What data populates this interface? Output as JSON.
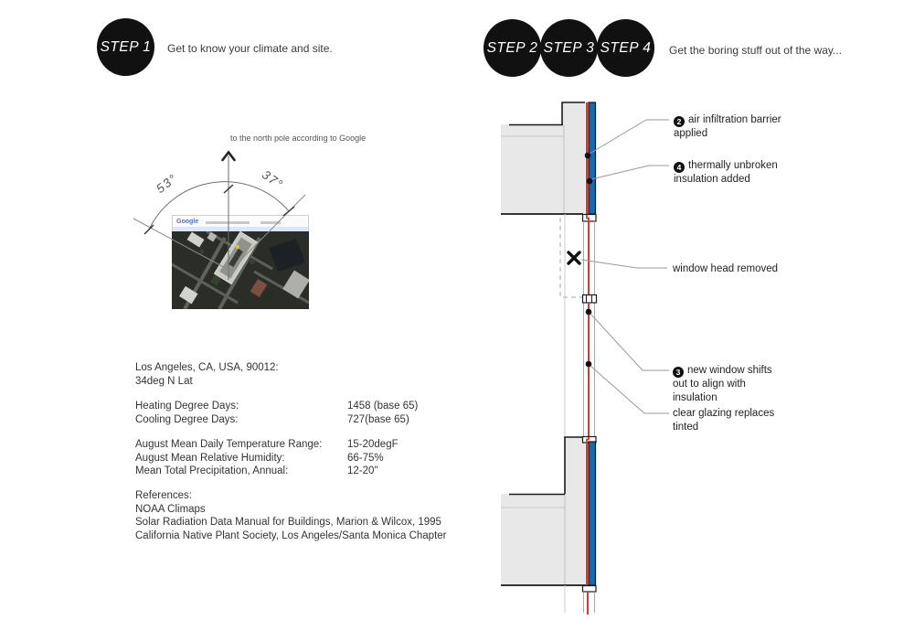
{
  "steps": {
    "step1": {
      "label": "STEP 1",
      "caption": "Get to know your climate and site."
    },
    "step2": {
      "label": "STEP 2"
    },
    "step3": {
      "label": "STEP 3"
    },
    "step4": {
      "label": "STEP 4"
    },
    "caption234": "Get the boring stuff out of the way..."
  },
  "compass": {
    "north_label": "to the north pole according to Google",
    "angle_left": "53°",
    "angle_right": "37°",
    "photo_brand": "Google"
  },
  "climate": {
    "location_line1": "Los Angeles, CA, USA, 90012:",
    "location_line2": "34deg N Lat",
    "rows": [
      {
        "label": "Heating Degree Days:",
        "value": "1458 (base 65)"
      },
      {
        "label": "Cooling Degree Days:",
        "value": "727(base 65)"
      },
      {
        "label": "August Mean Daily Temperature Range:",
        "value": "15-20degF"
      },
      {
        "label": "August Mean Relative Humidity:",
        "value": "66-75%"
      },
      {
        "label": "Mean Total Precipitation, Annual:",
        "value": "12-20\""
      }
    ],
    "references_title": "References:",
    "references": [
      "NOAA Climaps",
      "Solar Radiation Data Manual for Buildings, Marion & Wilcox, 1995",
      "California Native Plant Society, Los Angeles/Santa Monica Chapter"
    ]
  },
  "annotations": {
    "air_barrier": {
      "num": "2",
      "line1": "air infiltration barrier",
      "line2": "applied"
    },
    "insulation": {
      "num": "4",
      "line1": "thermally unbroken",
      "line2": "insulation added"
    },
    "window_head": {
      "text": "window head removed"
    },
    "new_window": {
      "num": "3",
      "line1": "new window shifts",
      "line2": "out to align with",
      "line3": "insulation"
    },
    "glazing": {
      "line1": "clear glazing replaces",
      "line2": "tinted"
    }
  },
  "colors": {
    "insulation_blue": "#1b67ab",
    "barrier_red": "#d93a2b",
    "wall_gray": "#e8e8e8",
    "step_black": "#111111"
  }
}
